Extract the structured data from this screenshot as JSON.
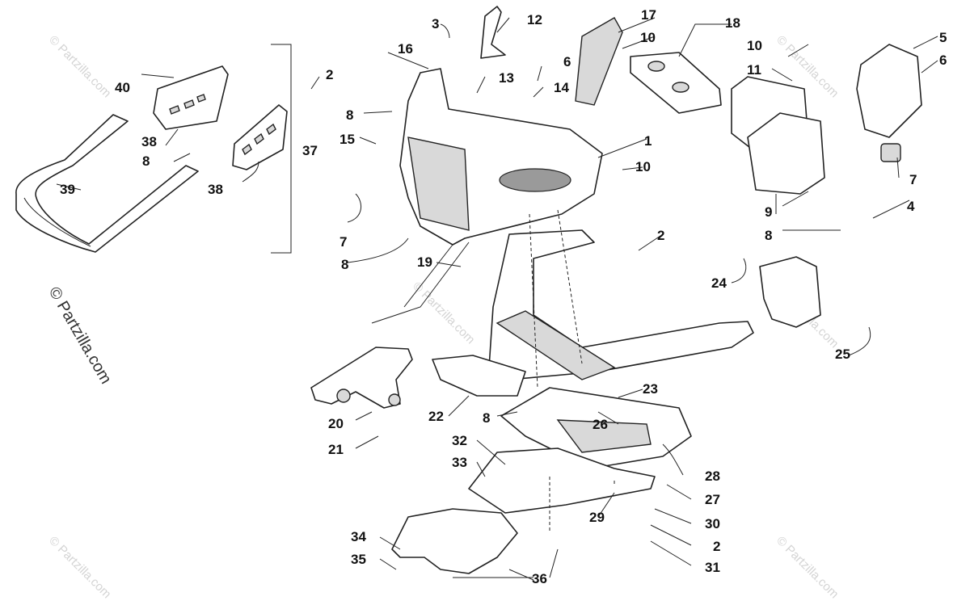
{
  "credit": "© Partzilla.com",
  "watermark": "© Partzilla.com",
  "callouts": [
    "1",
    "2",
    "3",
    "4",
    "5",
    "6",
    "7",
    "8",
    "9",
    "10",
    "11",
    "12",
    "13",
    "14",
    "15",
    "16",
    "17",
    "18",
    "19",
    "20",
    "21",
    "22",
    "23",
    "24",
    "25",
    "26",
    "27",
    "28",
    "29",
    "30",
    "31",
    "32",
    "33",
    "34",
    "35",
    "36",
    "37",
    "38",
    "39",
    "40"
  ]
}
